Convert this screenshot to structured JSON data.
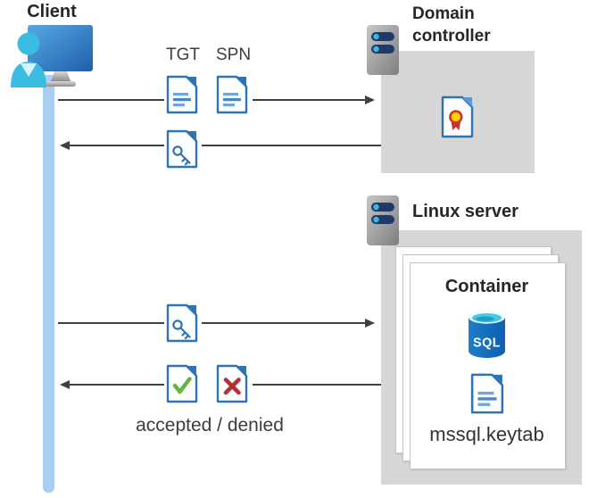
{
  "nodes": {
    "client": {
      "label": "Client"
    },
    "domain_controller": {
      "label": "Domain controller"
    },
    "linux_server": {
      "label": "Linux server"
    },
    "container": {
      "label": "Container"
    }
  },
  "labels": {
    "tgt": "TGT",
    "spn": "SPN",
    "result": "accepted / denied",
    "keytab": "mssql.keytab",
    "sql": "SQL"
  },
  "icons": [
    "client-icon",
    "server-icon",
    "ticket-document-icon",
    "key-document-icon",
    "check-document-icon",
    "cross-document-icon",
    "certificate-document-icon",
    "sql-database-icon",
    "arrow-right-icon",
    "arrow-left-icon"
  ],
  "palette": {
    "doc_blue": "#2E74B5",
    "fold_light": "#5B9BD5",
    "line_blue_light": "#6FA7DC",
    "line_blue_dark": "#4A86C8",
    "client_line": "#A9CEF1",
    "person_cyan": "#3BBCE3",
    "arrow": "#3F3F3F",
    "box_gray": "#D6D6D6",
    "check_green": "#62B33F",
    "cross_red": "#B43036",
    "seal_yellow": "#FFD400",
    "seal_ring": "#D0342C",
    "ribbon_red": "#C13438",
    "sql_top": "#45C7E6",
    "server_bar": "#1E3A66",
    "server_dot": "#41B3E6",
    "text_dark": "#262626",
    "text_gray": "#3D3D3D"
  }
}
